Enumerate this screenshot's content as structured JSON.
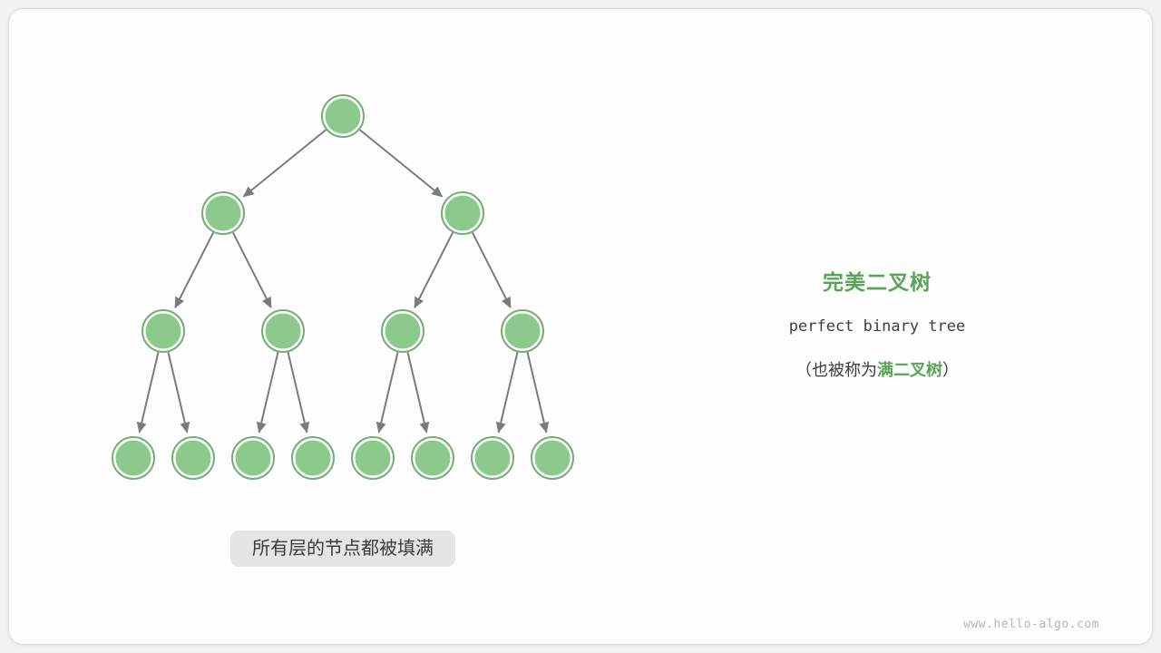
{
  "page": {
    "background": "#f2f3f1",
    "watermark": "www.hello-algo.com"
  },
  "annotation": {
    "title": "完美二叉树",
    "subtitle": "perfect binary tree",
    "note_prefix": "（也被称为",
    "note_highlight": "满二叉树",
    "note_suffix": "）"
  },
  "caption": "所有层的节点都被填满",
  "colors": {
    "accent_green": "#58a558",
    "node_fill": "#8cc98c",
    "node_border": "#75ad75",
    "node_ring": "#ffffff",
    "edge": "#7b7b7b",
    "caption_bg": "#e5e5e3",
    "caption_text": "#3b3b3b"
  },
  "tree": {
    "type": "perfect-binary-tree",
    "levels": 4,
    "nodes_per_level": [
      1,
      2,
      4,
      8
    ],
    "total_nodes": 15,
    "level_y": [
      128,
      235,
      365,
      505
    ],
    "leaf_xs": [
      147,
      213,
      279,
      345,
      411,
      477,
      543,
      609
    ],
    "node_radius": 23
  }
}
